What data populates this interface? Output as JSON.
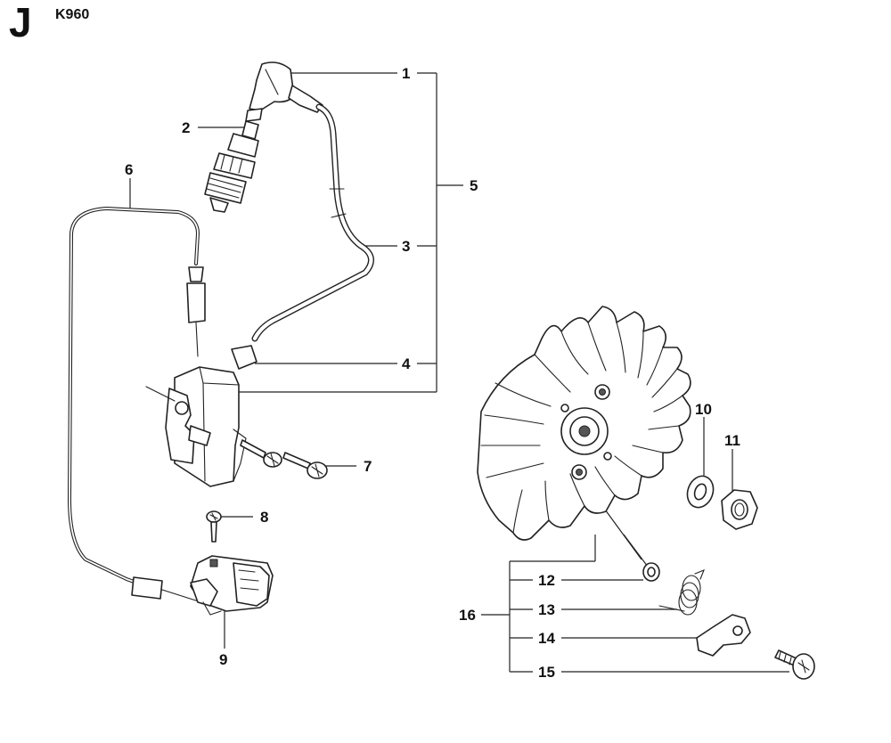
{
  "header": {
    "section_letter": "J",
    "model": "K960"
  },
  "callouts": [
    {
      "id": "1",
      "label": "1"
    },
    {
      "id": "2",
      "label": "2"
    },
    {
      "id": "3",
      "label": "3"
    },
    {
      "id": "4",
      "label": "4"
    },
    {
      "id": "5",
      "label": "5"
    },
    {
      "id": "6",
      "label": "6"
    },
    {
      "id": "7",
      "label": "7"
    },
    {
      "id": "8",
      "label": "8"
    },
    {
      "id": "9",
      "label": "9"
    },
    {
      "id": "10",
      "label": "10"
    },
    {
      "id": "11",
      "label": "11"
    },
    {
      "id": "12",
      "label": "12"
    },
    {
      "id": "13",
      "label": "13"
    },
    {
      "id": "14",
      "label": "14"
    },
    {
      "id": "15",
      "label": "15"
    },
    {
      "id": "16",
      "label": "16"
    }
  ]
}
